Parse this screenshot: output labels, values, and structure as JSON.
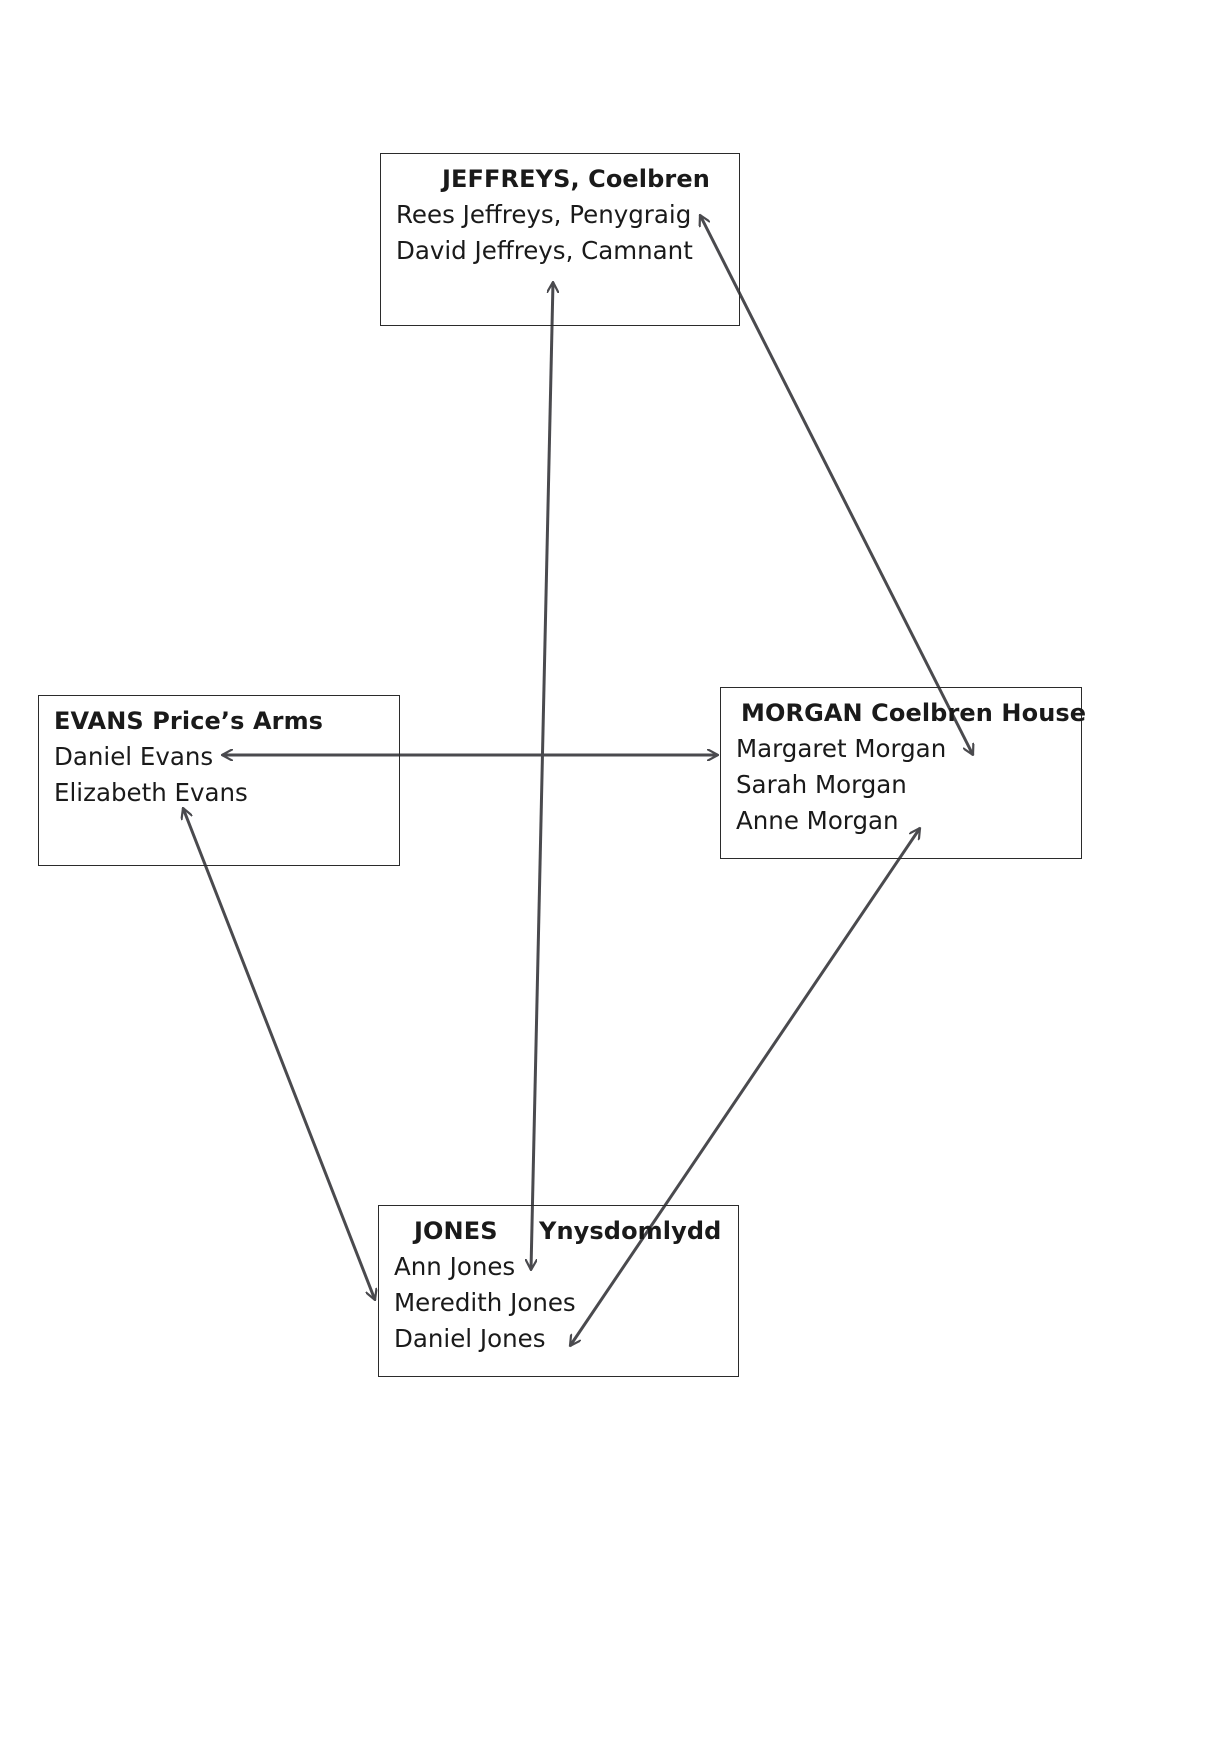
{
  "families": {
    "jeffreys": {
      "title": "JEFFREYS, Coelbren",
      "members": [
        "Rees Jeffreys, Penygraig",
        "David Jeffreys, Camnant"
      ]
    },
    "evans": {
      "title": "EVANS Price’s Arms",
      "members": [
        "Daniel Evans",
        "Elizabeth Evans"
      ]
    },
    "morgan": {
      "title": "MORGAN Coelbren House",
      "members": [
        "Margaret Morgan",
        "Sarah Morgan",
        "Anne Morgan"
      ]
    },
    "jones": {
      "title": "JONES",
      "place": "Ynysdomlydd",
      "members": [
        "Ann Jones",
        "Meredith Jones",
        "Daniel Jones"
      ]
    }
  },
  "links": [
    {
      "from": "Rees Jeffreys, Penygraig",
      "to": "Margaret Morgan",
      "direction": "both"
    },
    {
      "from": "David Jeffreys, Camnant",
      "to": "Ann Jones",
      "direction": "both"
    },
    {
      "from": "Daniel Evans",
      "to": "Margaret Morgan",
      "direction": "both"
    },
    {
      "from": "Elizabeth Evans",
      "to": "Meredith Jones",
      "direction": "both"
    },
    {
      "from": "Anne Morgan",
      "to": "Daniel Jones",
      "direction": "both"
    }
  ],
  "colors": {
    "arrow": "#4a4a4e",
    "border": "#2b2b2b",
    "text": "#1a1a1a"
  }
}
